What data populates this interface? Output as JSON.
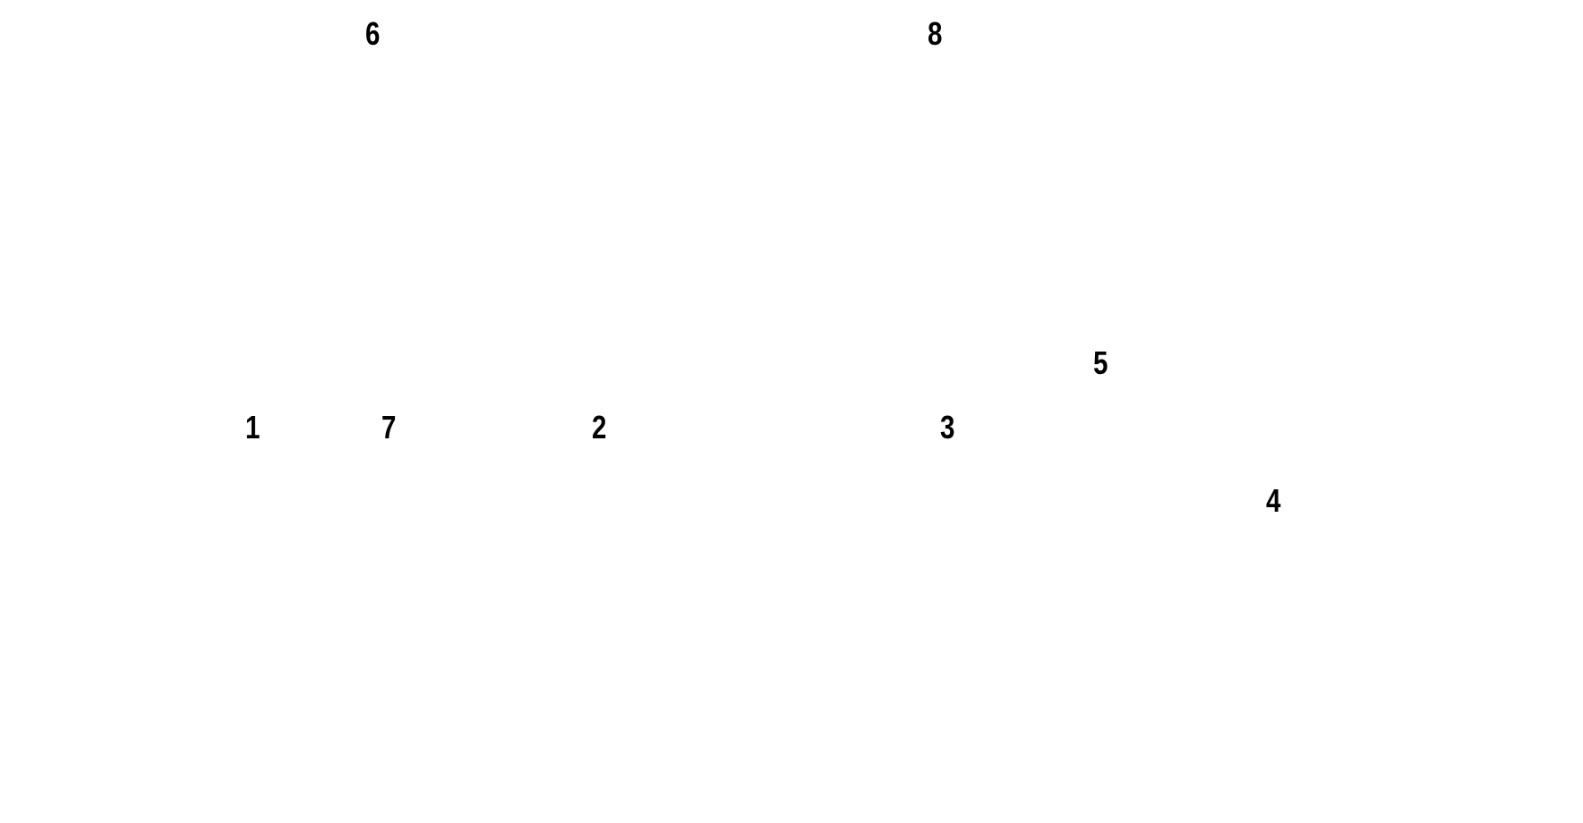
{
  "markers": {
    "m1": "1",
    "m2": "2",
    "m3": "3",
    "m4": "4",
    "m5": "5",
    "m6": "6",
    "m7": "7",
    "m8": "8"
  }
}
